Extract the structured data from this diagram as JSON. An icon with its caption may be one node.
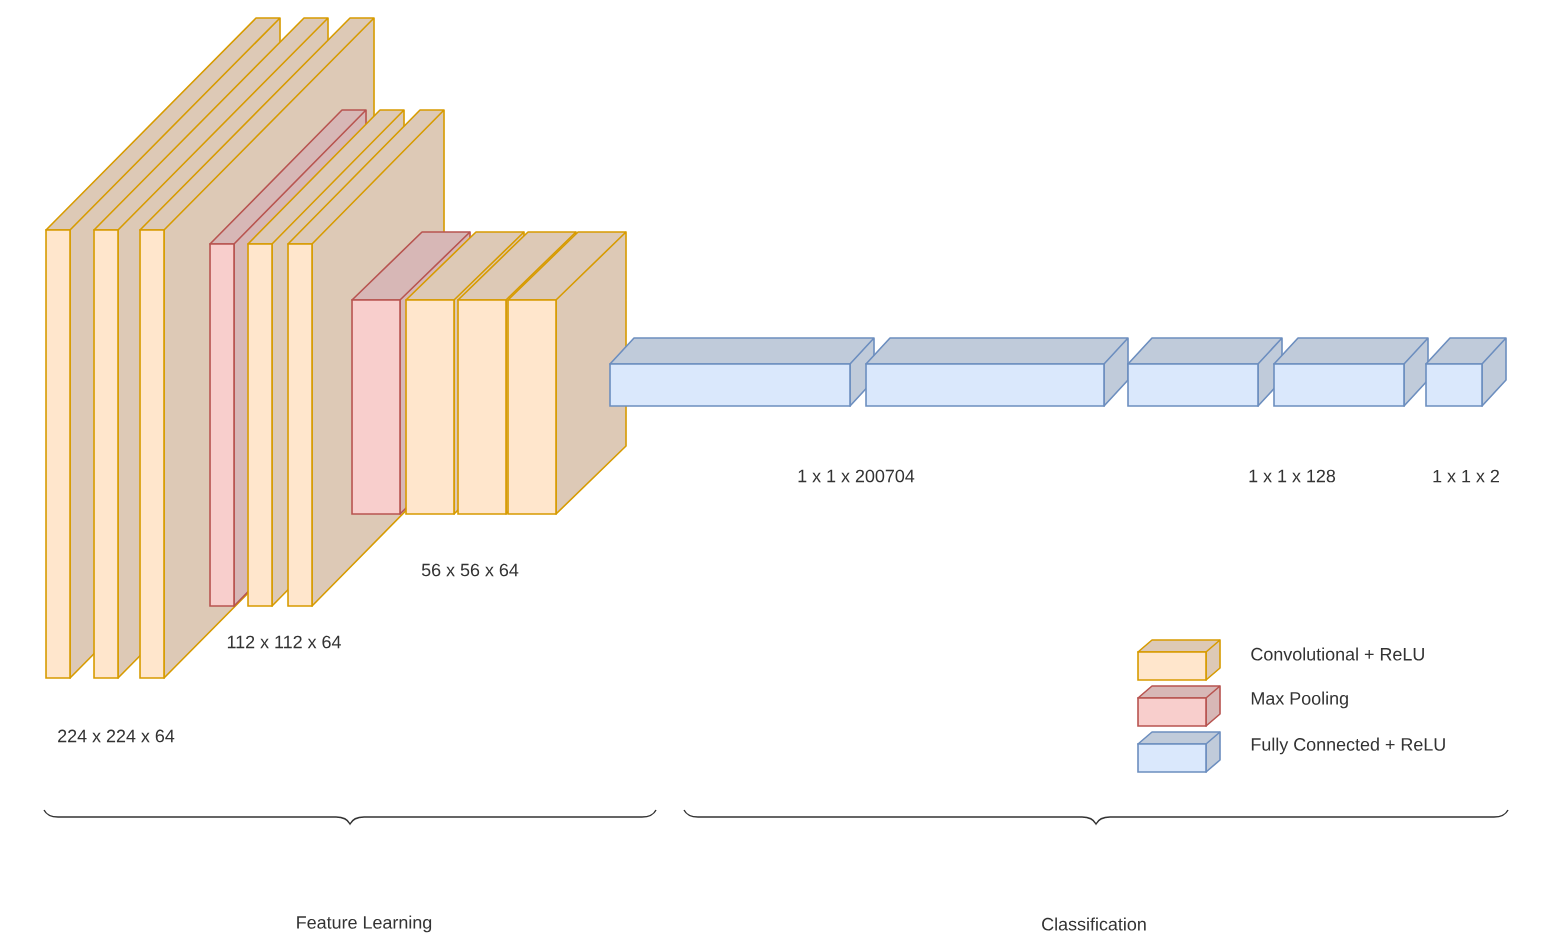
{
  "diagram": {
    "labels": [
      "224 x 224 x 64",
      "112 x 112 x 64",
      "56 x 56 x 64",
      "1 x 1 x 200704",
      "1 x 1 x 128",
      "1 x 1 x 2",
      "Feature Learning",
      "Classification"
    ],
    "legend": [
      {
        "text": "Convolutional + ReLU",
        "color": "#ffe6cc"
      },
      {
        "text": "Max Pooling",
        "color": "#f8cecc"
      },
      {
        "text": "Fully Connected + ReLU",
        "color": "#dae8fc"
      }
    ]
  }
}
